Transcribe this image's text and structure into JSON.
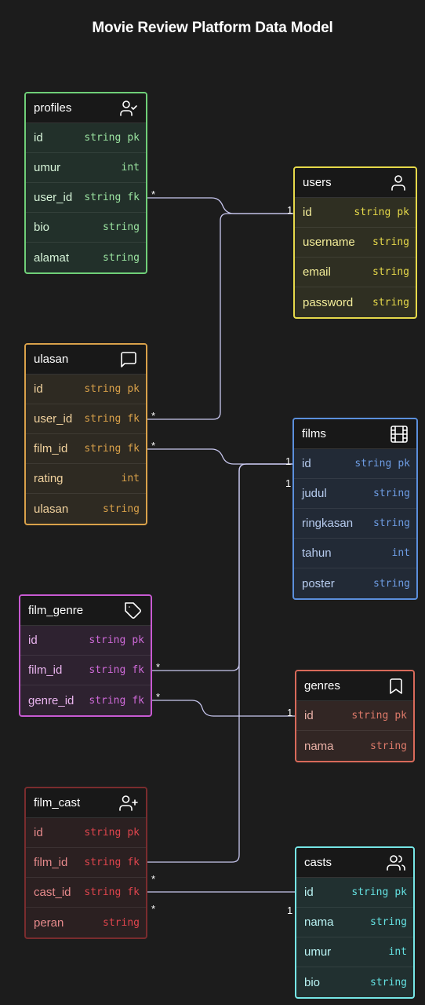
{
  "title": "Movie Review Platform Data Model",
  "entities": [
    {
      "name": "profiles",
      "icon": "user-check-icon",
      "fields": [
        {
          "name": "id",
          "type": "string",
          "key": "pk"
        },
        {
          "name": "umur",
          "type": "int",
          "key": ""
        },
        {
          "name": "user_id",
          "type": "string",
          "key": "fk"
        },
        {
          "name": "bio",
          "type": "string",
          "key": ""
        },
        {
          "name": "alamat",
          "type": "string",
          "key": ""
        }
      ]
    },
    {
      "name": "users",
      "icon": "user-icon",
      "fields": [
        {
          "name": "id",
          "type": "string",
          "key": "pk"
        },
        {
          "name": "username",
          "type": "string",
          "key": ""
        },
        {
          "name": "email",
          "type": "string",
          "key": ""
        },
        {
          "name": "password",
          "type": "string",
          "key": ""
        }
      ]
    },
    {
      "name": "ulasan",
      "icon": "message-square-icon",
      "fields": [
        {
          "name": "id",
          "type": "string",
          "key": "pk"
        },
        {
          "name": "user_id",
          "type": "string",
          "key": "fk"
        },
        {
          "name": "film_id",
          "type": "string",
          "key": "fk"
        },
        {
          "name": "rating",
          "type": "int",
          "key": ""
        },
        {
          "name": "ulasan",
          "type": "string",
          "key": ""
        }
      ]
    },
    {
      "name": "films",
      "icon": "film-icon",
      "fields": [
        {
          "name": "id",
          "type": "string",
          "key": "pk"
        },
        {
          "name": "judul",
          "type": "string",
          "key": ""
        },
        {
          "name": "ringkasan",
          "type": "string",
          "key": ""
        },
        {
          "name": "tahun",
          "type": "int",
          "key": ""
        },
        {
          "name": "poster",
          "type": "string",
          "key": ""
        }
      ]
    },
    {
      "name": "film_genre",
      "icon": "tag-icon",
      "fields": [
        {
          "name": "id",
          "type": "string",
          "key": "pk"
        },
        {
          "name": "film_id",
          "type": "string",
          "key": "fk"
        },
        {
          "name": "genre_id",
          "type": "string",
          "key": "fk"
        }
      ]
    },
    {
      "name": "genres",
      "icon": "bookmark-icon",
      "fields": [
        {
          "name": "id",
          "type": "string",
          "key": "pk"
        },
        {
          "name": "nama",
          "type": "string",
          "key": ""
        }
      ]
    },
    {
      "name": "film_cast",
      "icon": "user-plus-icon",
      "fields": [
        {
          "name": "id",
          "type": "string",
          "key": "pk"
        },
        {
          "name": "film_id",
          "type": "string",
          "key": "fk"
        },
        {
          "name": "cast_id",
          "type": "string",
          "key": "fk"
        },
        {
          "name": "peran",
          "type": "string",
          "key": ""
        }
      ]
    },
    {
      "name": "casts",
      "icon": "users-icon",
      "fields": [
        {
          "name": "id",
          "type": "string",
          "key": "pk"
        },
        {
          "name": "nama",
          "type": "string",
          "key": ""
        },
        {
          "name": "umur",
          "type": "int",
          "key": ""
        },
        {
          "name": "bio",
          "type": "string",
          "key": ""
        }
      ]
    }
  ],
  "relations": [
    {
      "from": "profiles.user_id",
      "to": "users.id",
      "from_card": "*",
      "to_card": "1"
    },
    {
      "from": "ulasan.user_id",
      "to": "users.id",
      "from_card": "*",
      "to_card": "1"
    },
    {
      "from": "ulasan.film_id",
      "to": "films.id",
      "from_card": "*",
      "to_card": "1"
    },
    {
      "from": "film_genre.film_id",
      "to": "films.id",
      "from_card": "*",
      "to_card": "1"
    },
    {
      "from": "film_genre.genre_id",
      "to": "genres.id",
      "from_card": "*",
      "to_card": "1"
    },
    {
      "from": "film_cast.film_id",
      "to": "films.id",
      "from_card": "*",
      "to_card": "1"
    },
    {
      "from": "film_cast.cast_id",
      "to": "casts.id",
      "from_card": "*",
      "to_card": "1"
    }
  ]
}
